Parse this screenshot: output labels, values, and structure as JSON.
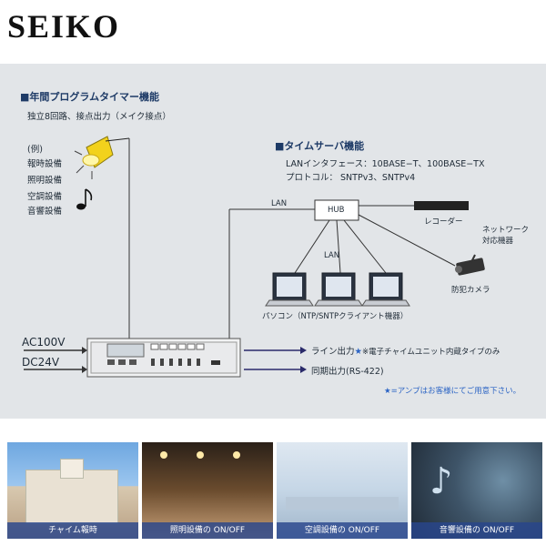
{
  "brand": {
    "logo": "SEIKO"
  },
  "timer": {
    "heading": "■年間プログラムタイマー機能",
    "sub": "独立8回路、接点出力（メイク接点）",
    "examples": [
      "(例)",
      "報時設備",
      "照明設備",
      "空調設備",
      "音響設備"
    ]
  },
  "server": {
    "heading": "■タイムサーバ機能",
    "lan_if": "LANインタフェース：10BASE−T、100BASE−TX",
    "protocol": "プロトコル： SNTPv3、SNTPv4"
  },
  "network": {
    "lan_left": "LAN",
    "hub": "HUB",
    "lan_mid": "LAN",
    "recorder": "レコーダー",
    "network_device": [
      "ネットワーク",
      "対応機器"
    ],
    "camera": "防犯カメラ",
    "pc": "パソコン（NTP/SNTPクライアント機器）"
  },
  "power": {
    "ac": "AC100V",
    "dc": "DC24V"
  },
  "outputs": {
    "line_prefix": "ライン出力",
    "star": "★",
    "line_note": "※電子チャイムユニット内蔵タイプのみ",
    "sync": "同期出力(RS-422)",
    "amp_note": "★=アンプはお客様にてご用意下さい。"
  },
  "photos": [
    {
      "caption": "チャイム報時"
    },
    {
      "caption": "照明設備の ON/OFF"
    },
    {
      "caption": "空調設備の ON/OFF"
    },
    {
      "caption": "音響設備の ON/OFF"
    }
  ],
  "colors": {
    "panel": "#e2e5e8",
    "heading": "#1d3a66",
    "accent": "#2a63c4",
    "caption_bg": "#284690"
  }
}
